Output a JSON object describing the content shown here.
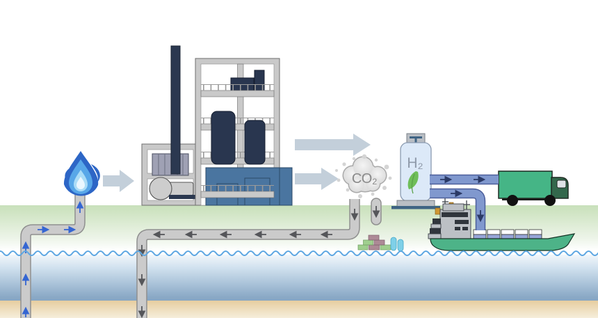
{
  "labels": {
    "co2_cloud": "CO₂",
    "h2_tank": "H₂"
  },
  "icons": {
    "flame": "gas-flame-icon",
    "plant": "processing-plant-icon",
    "cloud": "co2-cloud-icon",
    "tank": "h2-tank-icon",
    "leaf": "leaf-icon",
    "truck": "truck-icon",
    "ship": "cargo-ship-icon",
    "bricks": "carbon-products-icon"
  },
  "flows": [
    {
      "from": "gas-well",
      "to": "processing-plant"
    },
    {
      "from": "processing-plant",
      "to": "h2-tank"
    },
    {
      "from": "processing-plant",
      "to": "co2-cloud"
    },
    {
      "from": "co2-cloud",
      "to": "underground-storage"
    },
    {
      "from": "h2-tank",
      "to": "truck"
    },
    {
      "from": "h2-tank",
      "to": "ship"
    }
  ],
  "colors": {
    "gas_flame_outer": "#2d66c6",
    "gas_flame_mid": "#58a7e8",
    "gas_flame_inner": "#aadcf7",
    "pipe_gray": "#cbcbcb",
    "pipe_gray_outline": "#8f8f8f",
    "gas_arrow_blue": "#3566d2",
    "co2_arrow_gray": "#55565a",
    "h2_arrow_navy": "#2b3a66",
    "big_arrow": "#c3cfda",
    "plant_frame": "#c9c9c9",
    "plant_equipment_navy": "#29364f",
    "plant_equipment_steel": "#4a75a0",
    "ribbed_gray": "#9fa1b4",
    "cloud_gray": "#e3e3e3",
    "cloud_text": "#8a8a8a",
    "tank_fill": "#dce9f8",
    "tank_outline": "#8a9ab0",
    "leaf_green": "#6fbe59",
    "h2_pipe": "#8098ce",
    "h2_pipe_outline": "#4c5f9b",
    "truck_green": "#45b586",
    "truck_cab": "#33684c",
    "ship_green": "#4db388",
    "container_blue": "#97a5d8",
    "crane_ochre": "#cf9733",
    "ground_green": "#c8e0ba",
    "water_blue": "#86a5c3",
    "sand_tan": "#e6cda0",
    "wave_blue": "#5ea7e2",
    "brick_green": "#9fcf8e",
    "brick_mauve": "#ad8a96",
    "capsule_blue": "#7fd0e8"
  }
}
